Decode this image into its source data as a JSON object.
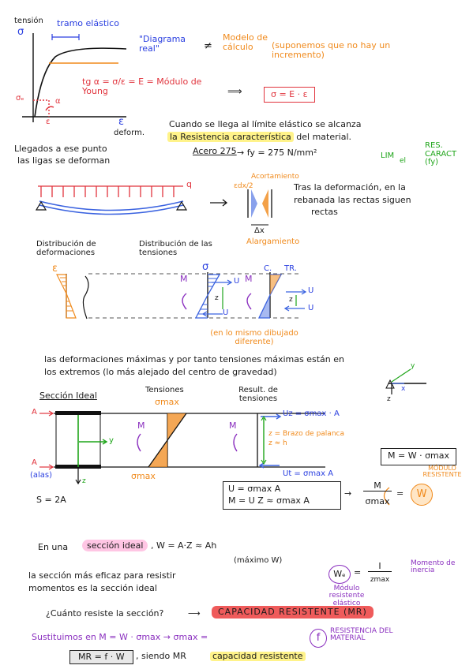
{
  "sec1": {
    "tension": "tensión",
    "sigma": "σ",
    "tramo": "tramo elástico",
    "diagrama": "\"Diagrama real\"",
    "neq": "≠",
    "modelo": "Modelo de cálculo",
    "supon": "(suponemos que no hay un incremento)",
    "sigma_e": "σₑ",
    "alpha": "α",
    "eps_e": "ε",
    "eps": "ε",
    "deform": "deform.",
    "tg": "tg α = σ/ε = E = Módulo de Young",
    "arrow": "⟹",
    "formula": "σ = E · ε"
  },
  "sec2": {
    "cuando1": "Cuando se llega al límite elástico se alcanza",
    "cuando2a": "la Resistencia característica",
    "cuando2b": "del material.",
    "llegados1": "Llegados a ese punto",
    "llegados2": "las ligas se deforman",
    "acero": "Acero 275",
    "fy": "→  fy = 275 N/mm²",
    "lim": "LIM",
    "el": "el",
    "res": "RES. CARACT (fy)"
  },
  "sec3": {
    "q": "q",
    "acort": "Acortamiento",
    "edx": "εdx/2",
    "tras1": "Tras la deformación, en la",
    "tras2": "rebanada las rectas siguen",
    "tras3": "rectas",
    "dx": "Δx",
    "alarg": "Alargamiento"
  },
  "sec4": {
    "dist_def": "Distribución de deformaciones",
    "dist_ten": "Distribución de las tensiones",
    "eps": "ε",
    "sigma": "σ",
    "M": "M",
    "M2": "M",
    "C": "C.",
    "TR": "TR.",
    "U1": "U",
    "U2": "U",
    "U3": "U",
    "U4": "U",
    "z1": "z",
    "z2": "z",
    "nota": "(en lo mismo dibujado diferente)"
  },
  "sec5": {
    "line1": "las deformaciones máximas y por tanto tensiones máximas están en",
    "line2": "los extremos (lo más alejado del centro de gravedad)",
    "y": "y",
    "x": "x",
    "z": "z"
  },
  "sec6": {
    "ideal": "Sección Ideal",
    "tensiones": "Tensiones",
    "smax_top": "σmax",
    "result": "Result. de tensiones",
    "A_top": "A",
    "A_bot": "A",
    "alas": "(alas)",
    "y": "y",
    "z": "z",
    "M1": "M",
    "M2": "M",
    "smax_bot": "σmax",
    "uz": "Uz = σmax · A",
    "brazo1": "z = Brazo de palanca",
    "brazo2": "z ≈ h",
    "ut": "Ut = σmax A",
    "mw": "M = W · σmax",
    "modres": "MÓDULO RESISTENTE",
    "S": "S = 2A",
    "eq1": "U = σmax A",
    "eq2": "M = U Z ≈ σmax A",
    "arrow": "→",
    "frac_num": "M",
    "frac_den": "σmax",
    "eq": "=",
    "W": "W"
  },
  "sec7": {
    "en_una": "En una",
    "ideal": "sección ideal",
    "formula": ", W = A·Z ≈ Ah",
    "maximo": "(máximo W)",
    "eficaz1": "la sección más eficaz para resistir",
    "eficaz2": "momentos es la sección ideal",
    "We": "Wₑ",
    "eq": "=",
    "I": "I",
    "zmax": "zmax",
    "mom_inercia": "Momento de inercia",
    "mod_res": "Módulo resistente elástico"
  },
  "sec8": {
    "cuanto": "¿Cuánto resiste la sección?",
    "arrow": "⟶",
    "capacidad": "CAPACIDAD RESISTENTE (MR)",
    "sustituimos": "Sustituimos en  M = W · σmax  →  σmax =",
    "f": "f",
    "res_mat": "RESISTENCIA DEL MATERIAL",
    "MR": "MR = f · W",
    "siendo": ", siendo MR",
    "cap": "capacidad resistente"
  }
}
